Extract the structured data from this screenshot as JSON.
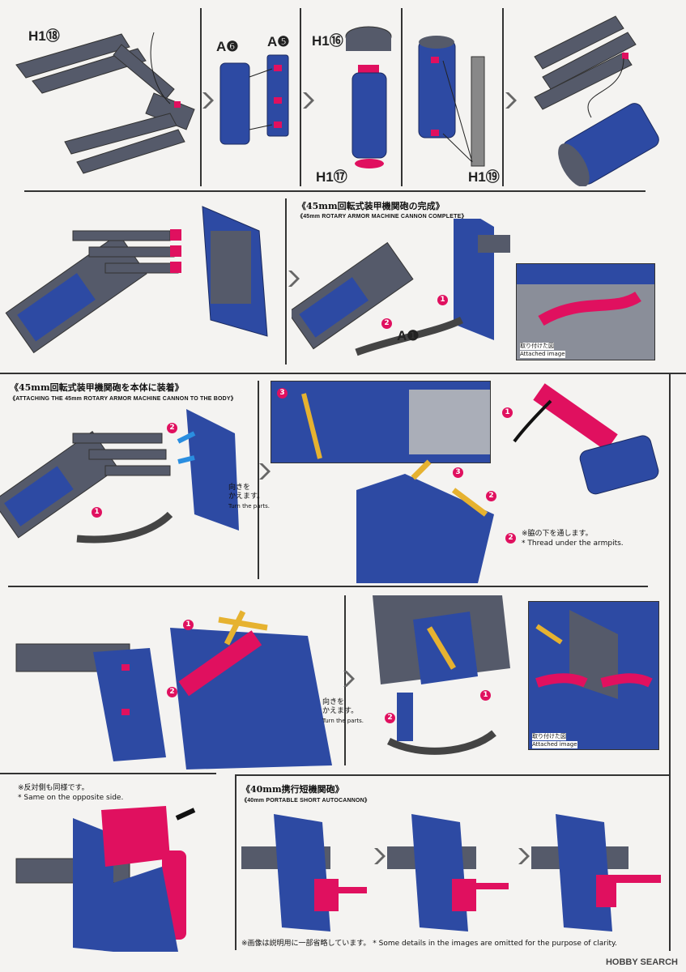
{
  "labels": {
    "h1_18": "H1⑱",
    "a6": "A❻",
    "a5": "A❺",
    "h1_16": "H1⑯",
    "h1_17": "H1⑰",
    "h1_19": "H1⑲",
    "a1": "A❶"
  },
  "sections": {
    "complete": {
      "title_jp": "《45mm回転式装甲機関砲の完成》",
      "title_en": "《45mm ROTARY ARMOR MACHINE CANNON COMPLETE》"
    },
    "attach": {
      "title_jp": "《45mm回転式装甲機関砲を本体に装着》",
      "title_en": "《ATTACHING THE 45mm ROTARY ARMOR MACHINE CANNON TO THE BODY》"
    },
    "portable": {
      "title_jp": "《40mm携行短機関砲》",
      "title_en": "《40mm PORTABLE SHORT AUTOCANNON》"
    }
  },
  "notes": {
    "attached_jp": "取り付けた図",
    "attached_en": "Attached image",
    "turn_jp_1": "向きを",
    "turn_jp_2": "かえます。",
    "turn_en": "Turn the parts.",
    "armpit_jp": "※脇の下を通します。",
    "armpit_en": "* Thread under the armpits.",
    "opposite_jp": "※反対側も同様です。",
    "opposite_en": "* Same on the opposite side.",
    "footer_jp": "※画像は説明用に一部省略しています。",
    "footer_en": "* Some details in the images are omitted for the purpose of clarity.",
    "watermark": "HOBBY SEARCH"
  },
  "steps": {
    "one": "1",
    "two": "2",
    "three": "3"
  },
  "colors": {
    "blue": "#2d4aa3",
    "gray": "#555a6a",
    "magenta": "#e0105f",
    "gold": "#e6b230"
  }
}
